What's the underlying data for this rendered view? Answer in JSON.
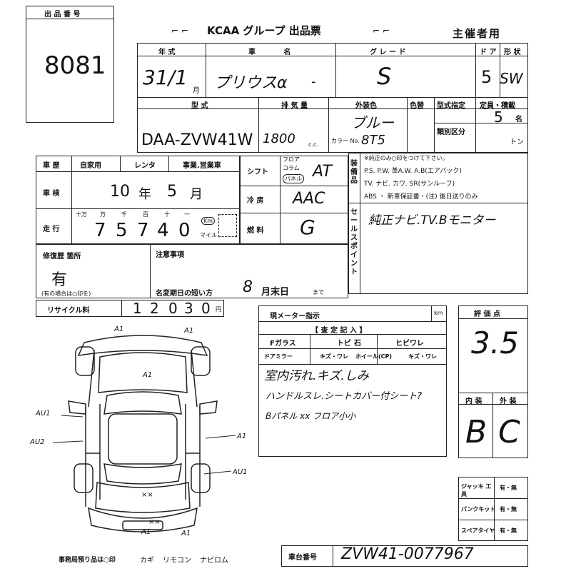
{
  "lot_box": {
    "label": "出 品 番 号",
    "number": "8081"
  },
  "header": {
    "title": "KCAA グループ 出品票",
    "organizer": "主催者用"
  },
  "labels": {
    "year": "年 式",
    "car_name": "車 名",
    "grade": "グ レ ー ド",
    "doors": "ド ア",
    "body_type": "形 状",
    "model": "型 式",
    "displacement": "排 気 量",
    "exterior_color": "外装色",
    "color_change": "色替",
    "type_designation": "型式指定",
    "category": "類別区分",
    "capacity": "定員・積載",
    "ton": "トン",
    "cc": "c.c.",
    "color_no": "カラー No.",
    "history": "車 歴",
    "own_use": "自家用",
    "rental": "レンタ",
    "business": "事業.営業車",
    "shaken": "車 検",
    "mileage": "走 行",
    "mileage_units": [
      "十万",
      "万",
      "千",
      "百",
      "十",
      "一"
    ],
    "km": "Km",
    "mile": "マイル",
    "shift": "シフト",
    "shift_options": [
      "フロア",
      "コラム",
      "パネル"
    ],
    "ac": "冷 房",
    "fuel": "燃 料",
    "equipment": "装備",
    "sales_point": "セールスポイント",
    "repair": "修復歴 箇所",
    "repair_note": "(有の場合は○印を)",
    "notes": "注意事項",
    "reg_short": "名変期日の短い方",
    "until": "まで",
    "recycle": "リサイクル料",
    "yen": "円",
    "meter": "現メーター指示",
    "meter_unit": "km",
    "inspection": "【 査 定 記 入 】",
    "glass": "Fガラス",
    "tobi": "トビ",
    "ishi": "石",
    "crack": "ヒビワレ",
    "door_mirror": "ドアミラー",
    "kizu_ware": "キズ・ワレ",
    "wheel": "ホイール(CP)",
    "score": "評 価 点",
    "interior": "内 装",
    "exterior": "外 装",
    "jack": "ジャッキ 工 具",
    "puncture_kit": "パンクキット",
    "spare_tire": "スペアタイヤ",
    "yes_no": "有・無",
    "chassis_no": "車台番号",
    "office_keep": "事務局預り品は○印",
    "key": "カギ",
    "remote": "リモコン",
    "navi": "ナビロム",
    "equip_line1": "※純正のみ○印をつけて下さい。",
    "equip_line2": "P.S. P.W. 革A.W. A.B(エアバック)",
    "equip_line3": "TV. ナビ. カワ. SR(サンルーフ)",
    "equip_line4": "ABS ・ 新車保証書・(注) 後日送りのみ"
  },
  "values": {
    "year": "31/1",
    "year_month": "月",
    "car_name": "プリウスα",
    "grade": "S",
    "doors": "5",
    "body_type": "SW",
    "model": "DAA-ZVW41W",
    "displacement": "1800",
    "exterior_color": "ブルー",
    "color_code": "8T5",
    "capacity": "5",
    "capacity_unit": "名",
    "shaken_year": "10",
    "shaken_month": "5",
    "shaken_y": "年",
    "shaken_m": "月",
    "mileage_digits": [
      "7",
      "5",
      "7",
      "4",
      "0"
    ],
    "shift": "AT",
    "ac": "AAC",
    "fuel": "G",
    "sales_point": "純正ナビ.TV.Bモニター",
    "repair": "有",
    "reg_date_month": "8",
    "reg_date_rest": "月末日",
    "recycle_digits": [
      "1",
      "2",
      "0",
      "3",
      "0"
    ],
    "inspection_line1": "室内汚れ.キズ.しみ",
    "inspection_line2": "ハンドルスレ.シートカバー付シート?",
    "inspection_line3": "Bパネル xx フロア小小",
    "score": "3.5",
    "interior": "B",
    "exterior": "C",
    "chassis_no": "ZVW41-0077967",
    "marks": {
      "a1_front_left": "A1",
      "a1_front_right": "A1",
      "a1_hood": "A1",
      "au1_left": "AU1",
      "au2_left": "AU2",
      "a1_right": "A1",
      "au1_right": "AU1",
      "xx_rear": "××",
      "xx_trunk": "××",
      "a1_rear_left": "A1",
      "a1_rear_right": "A1"
    }
  },
  "colors": {
    "ink": "#111111",
    "paper": "#ffffff"
  }
}
